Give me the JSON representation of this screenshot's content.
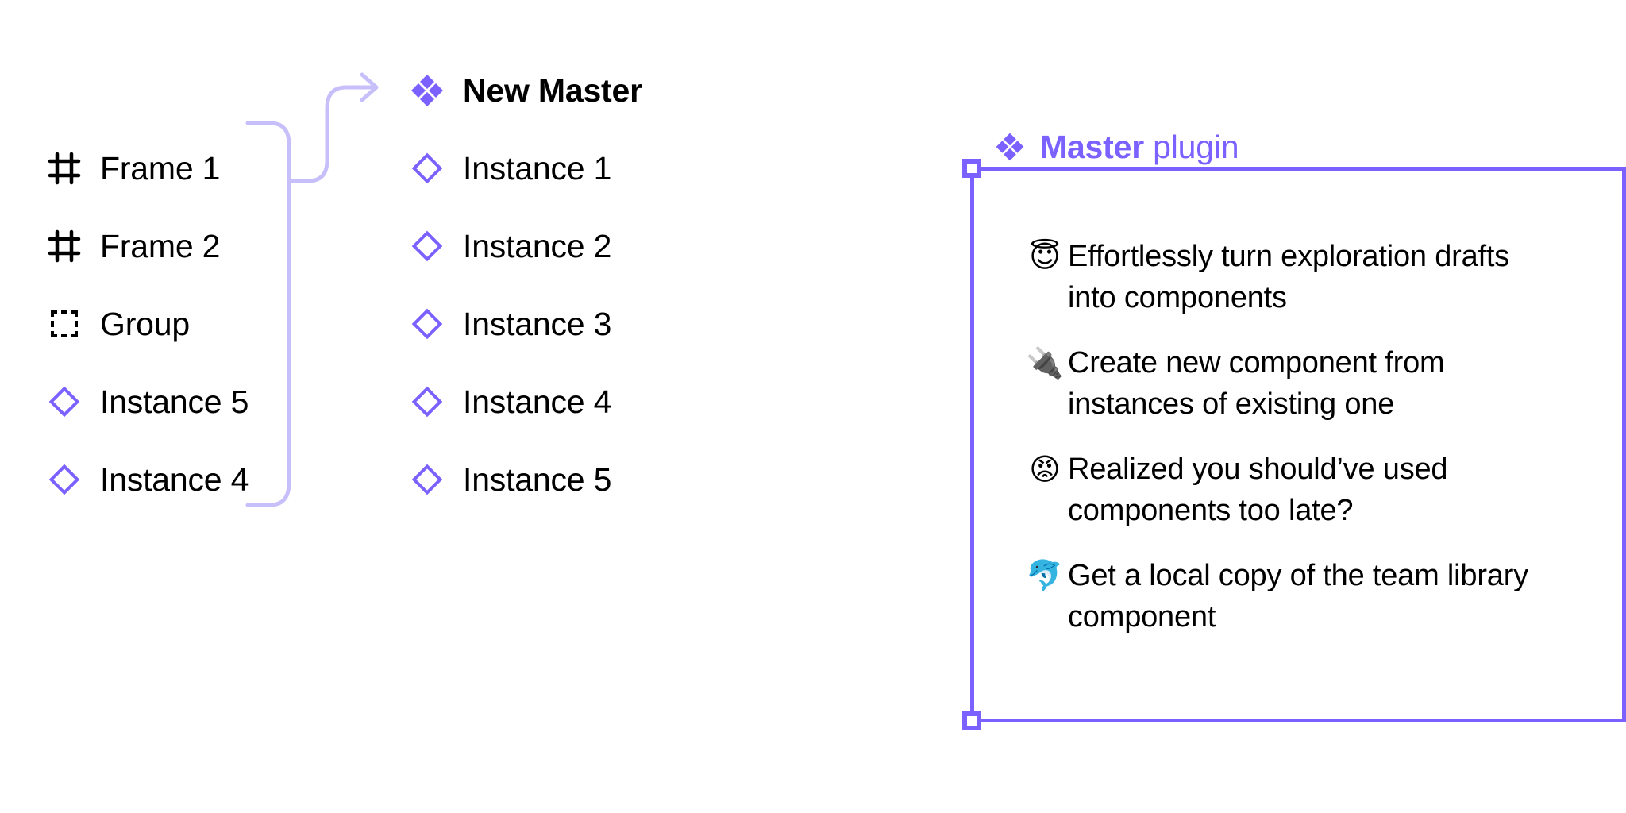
{
  "left_panel": {
    "items": [
      {
        "label": "Frame 1",
        "icon": "frame-icon"
      },
      {
        "label": "Frame 2",
        "icon": "frame-icon"
      },
      {
        "label": "Group",
        "icon": "group-icon"
      },
      {
        "label": "Instance 5",
        "icon": "instance-diamond-icon"
      },
      {
        "label": "Instance 4",
        "icon": "instance-diamond-icon"
      }
    ]
  },
  "middle_panel": {
    "master": {
      "label": "New Master",
      "icon": "component-icon"
    },
    "items": [
      {
        "label": "Instance 1",
        "icon": "instance-diamond-icon"
      },
      {
        "label": "Instance 2",
        "icon": "instance-diamond-icon"
      },
      {
        "label": "Instance 3",
        "icon": "instance-diamond-icon"
      },
      {
        "label": "Instance 4",
        "icon": "instance-diamond-icon"
      },
      {
        "label": "Instance 5",
        "icon": "instance-diamond-icon"
      }
    ]
  },
  "connector": {
    "icon": "arrow-right-icon",
    "color": "#C7BFFA"
  },
  "plugin": {
    "title_strong": "Master",
    "title_light": " plugin",
    "icon": "component-icon",
    "accent_color": "#7B61FF",
    "features": [
      {
        "emoji": "😇",
        "emoji_name": "smiling-face-with-halo-emoji",
        "text": "Effortlessly turn exploration drafts into components"
      },
      {
        "emoji": "🔌",
        "emoji_name": "electric-plug-emoji",
        "text": "Create new component from instances of existing one"
      },
      {
        "emoji": "😡",
        "emoji_name": "pouting-face-emoji",
        "text": "Realized you should’ve used components too late?"
      },
      {
        "emoji": "🐬",
        "emoji_name": "dolphin-emoji",
        "text": "Get a local copy of the team library component"
      }
    ]
  }
}
